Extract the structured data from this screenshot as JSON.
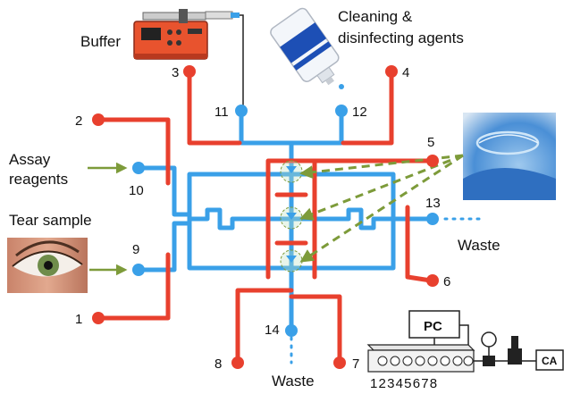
{
  "labels": {
    "buffer": "Buffer",
    "cleaning_line1": "Cleaning &",
    "cleaning_line2": "disinfecting agents",
    "assay_line1": "Assay",
    "assay_line2": "reagents",
    "tear_sample": "Tear sample",
    "waste_right": "Waste",
    "waste_bottom": "Waste",
    "pc": "PC",
    "ca": "CA",
    "valve_numbers": "12345678"
  },
  "ports": {
    "red": [
      "1",
      "2",
      "3",
      "4",
      "5",
      "6",
      "7",
      "8"
    ],
    "blue": [
      "9",
      "10",
      "11",
      "12",
      "13",
      "14"
    ]
  },
  "colors": {
    "fluidic_channel": "#3aa0e8",
    "control_channel": "#e8402e",
    "arrow": "#7d9b3a"
  },
  "icons": [
    "syringe-pump-icon",
    "bottle-icon",
    "eye-icon",
    "contact-lens-icon",
    "valve-manifold-icon",
    "pressure-gauge-icon"
  ]
}
